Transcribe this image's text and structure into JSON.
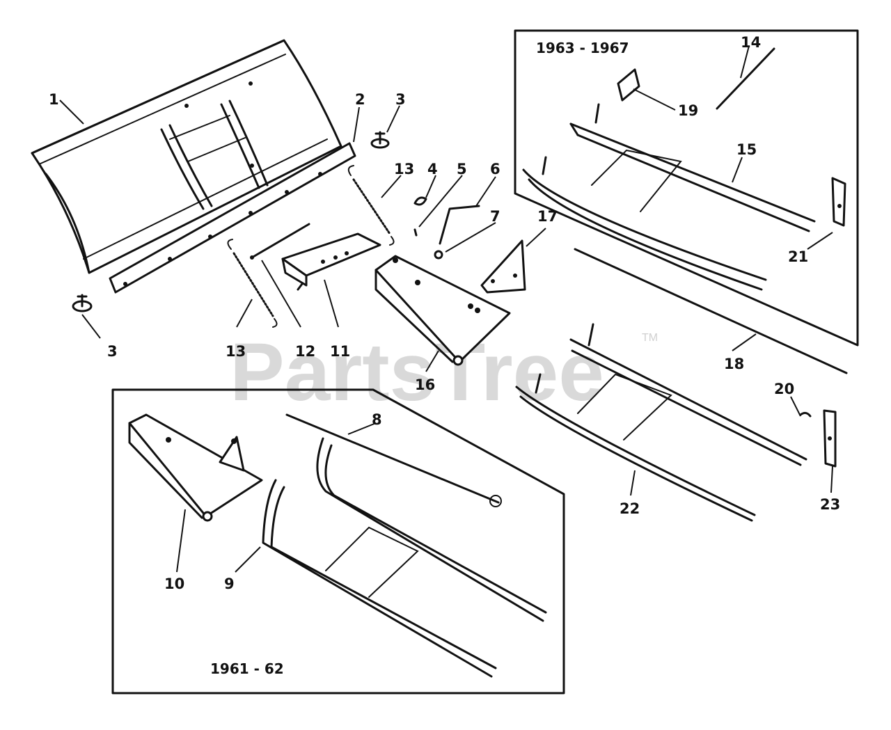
{
  "watermark": {
    "text": "PartsTree",
    "trademark": "TM"
  },
  "insets": {
    "top_right": {
      "years": "1963 - 1967"
    },
    "bottom_left": {
      "years": "1961 - 62"
    }
  },
  "callouts": [
    {
      "id": "c1",
      "label": "1"
    },
    {
      "id": "c2",
      "label": "2"
    },
    {
      "id": "c3a",
      "label": "3"
    },
    {
      "id": "c3b",
      "label": "3"
    },
    {
      "id": "c4",
      "label": "4"
    },
    {
      "id": "c5",
      "label": "5"
    },
    {
      "id": "c6",
      "label": "6"
    },
    {
      "id": "c7",
      "label": "7"
    },
    {
      "id": "c8",
      "label": "8"
    },
    {
      "id": "c9",
      "label": "9"
    },
    {
      "id": "c10",
      "label": "10"
    },
    {
      "id": "c11",
      "label": "11"
    },
    {
      "id": "c12",
      "label": "12"
    },
    {
      "id": "c13a",
      "label": "13"
    },
    {
      "id": "c13b",
      "label": "13"
    },
    {
      "id": "c14",
      "label": "14"
    },
    {
      "id": "c15",
      "label": "15"
    },
    {
      "id": "c16",
      "label": "16"
    },
    {
      "id": "c17",
      "label": "17"
    },
    {
      "id": "c18",
      "label": "18"
    },
    {
      "id": "c19",
      "label": "19"
    },
    {
      "id": "c20",
      "label": "20"
    },
    {
      "id": "c21",
      "label": "21"
    },
    {
      "id": "c22",
      "label": "22"
    },
    {
      "id": "c23",
      "label": "23"
    }
  ]
}
